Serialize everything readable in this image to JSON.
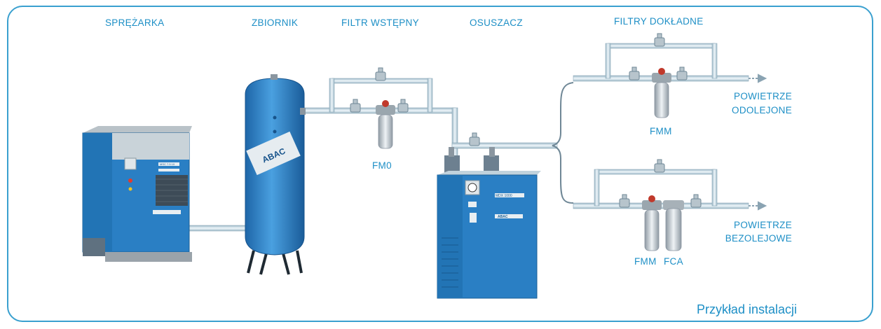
{
  "labels": {
    "compressor": "SPRĘŻARKA",
    "tank": "ZBIORNIK",
    "prefilter": "FILTR WSTĘPNY",
    "dryer": "OSUSZACZ",
    "fine_filters": "FILTRY DOKŁADNE",
    "fm0": "FM0",
    "fmm_top": "FMM",
    "fmm_bottom": "FMM",
    "fca": "FCA",
    "out_top_1": "POWIETRZE",
    "out_top_2": "ODOLEJONE",
    "out_bottom_1": "POWIETRZE",
    "out_bottom_2": "BEZOLEJOWE",
    "caption": "Przykład instalacji"
  },
  "device_text": {
    "compressor_badge": "MSC 7.5 10",
    "tank_brand": "ABAC",
    "dryer_badge": "MDX 1000",
    "dryer_brand": "ABAC"
  },
  "colors": {
    "frame": "#3aa0cf",
    "label": "#1d8fc6",
    "machine_blue": "#2a7fc4",
    "pipe": "#c9dde8"
  },
  "icons": [
    "compressor-icon",
    "tank-icon",
    "filter-icon",
    "dryer-icon",
    "valve-icon",
    "arrow-right-icon",
    "brace-icon"
  ]
}
